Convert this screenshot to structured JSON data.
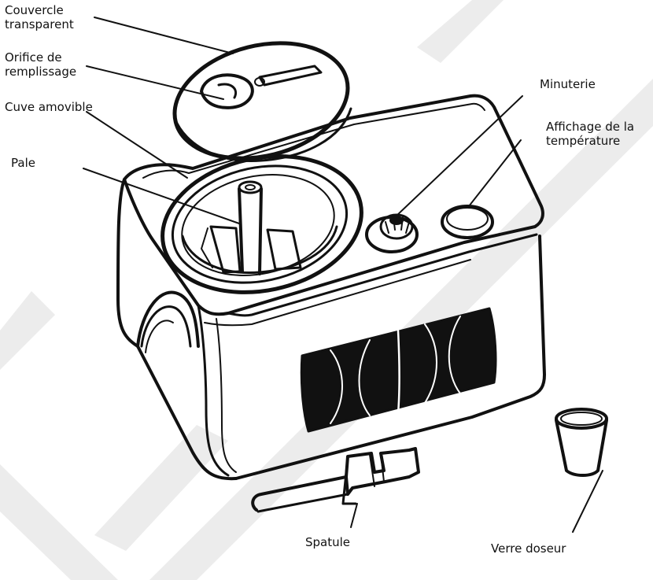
{
  "diagram": {
    "labels": {
      "couvercle": [
        "Couvercle",
        "transparent"
      ],
      "orifice": [
        "Orifice de",
        "remplissage"
      ],
      "cuve": "Cuve amovible",
      "pale": "Pale",
      "minuterie": "Minuterie",
      "affichage": [
        "Affichage de la",
        "température"
      ],
      "spatule": "Spatule",
      "verre": "Verre doseur"
    },
    "colors": {
      "ink": "#111111",
      "watermark": "#ececec",
      "background": "#ffffff"
    }
  }
}
